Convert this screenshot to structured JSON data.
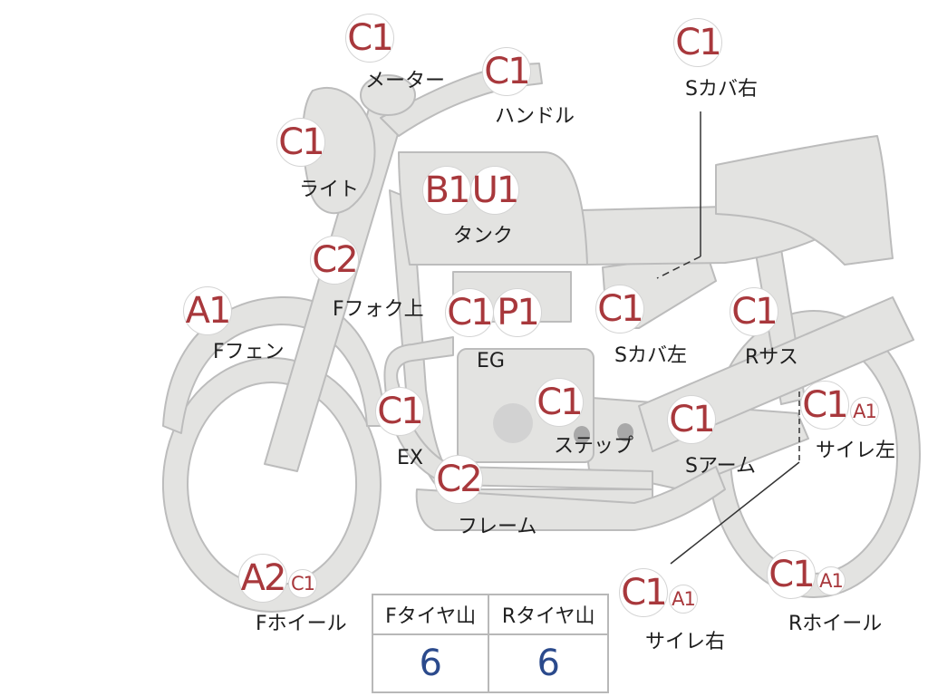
{
  "colors": {
    "part_fill": "#e3e3e1",
    "part_stroke": "#bcbcbc",
    "code_color": "#a8383c",
    "value_color": "#2b4a8c",
    "label_color": "#1e1e1e"
  },
  "parts": {
    "meter": {
      "codes": [
        "C1"
      ],
      "label": "メーター"
    },
    "handle": {
      "codes": [
        "C1"
      ],
      "label": "ハンドル"
    },
    "light": {
      "codes": [
        "C1"
      ],
      "label": "ライト"
    },
    "tank": {
      "codes": [
        "B1",
        "U1"
      ],
      "label": "タンク"
    },
    "fork_upper": {
      "codes": [
        "C2"
      ],
      "label": "Fフォク上"
    },
    "front_fender": {
      "codes": [
        "A1"
      ],
      "label": "Fフェン"
    },
    "engine": {
      "codes": [
        "C1",
        "P1"
      ],
      "label": "EG"
    },
    "exhaust": {
      "codes": [
        "C1"
      ],
      "label": "EX"
    },
    "frame": {
      "codes": [
        "C2"
      ],
      "label": "フレーム"
    },
    "step": {
      "codes": [
        "C1"
      ],
      "label": "ステップ"
    },
    "front_wheel": {
      "codes": [
        "A2",
        "C1"
      ],
      "label": "Fホイール"
    },
    "side_cover_r": {
      "codes": [
        "C1"
      ],
      "label": "Sカバ右"
    },
    "side_cover_l": {
      "codes": [
        "C1"
      ],
      "label": "Sカバ左"
    },
    "rear_sus": {
      "codes": [
        "C1"
      ],
      "label": "Rサス"
    },
    "swing_arm": {
      "codes": [
        "C1"
      ],
      "label": "Sアーム"
    },
    "muffler_l": {
      "codes": [
        "C1",
        "A1"
      ],
      "label": "サイレ左"
    },
    "muffler_r": {
      "codes": [
        "C1",
        "A1"
      ],
      "label": "サイレ右"
    },
    "rear_wheel": {
      "codes": [
        "C1",
        "A1"
      ],
      "label": "Rホイール"
    }
  },
  "tire_tread": {
    "front_label": "Fタイヤ山",
    "rear_label": "Rタイヤ山",
    "front_value": "6",
    "rear_value": "6"
  }
}
